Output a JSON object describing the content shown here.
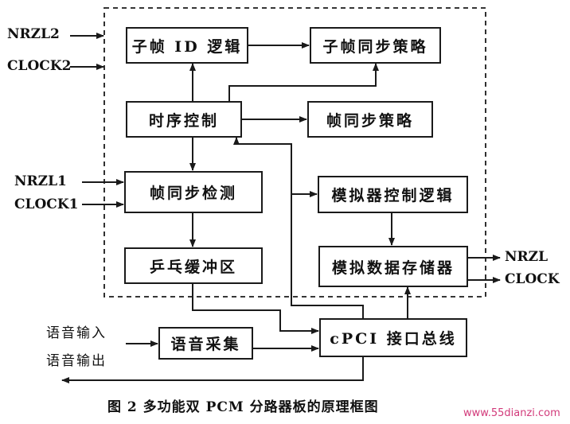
{
  "blocks": {
    "subframe_id_logic": "子帧 ID 逻辑",
    "subframe_sync_strategy": "子帧同步策略",
    "timing_control": "时序控制",
    "frame_sync_strategy": "帧同步策略",
    "frame_sync_detect": "帧同步检测",
    "simulator_control_logic": "模拟器控制逻辑",
    "pingpong_buffer": "乒乓缓冲区",
    "sim_data_storage": "模拟数据存储器",
    "voice_capture": "语音采集",
    "cpci_bus": "cPCI 接口总线"
  },
  "signals": {
    "nrzl2": "NRZL2",
    "clock2": "CLOCK2",
    "nrzl1": "NRZL1",
    "clock1": "CLOCK1",
    "nrzl_out": "NRZL",
    "clock_out": "CLOCK",
    "voice_in": "语音输入",
    "voice_out": "语音输出"
  },
  "caption": "图 2 多功能双 PCM 分路器板的原理框图",
  "watermark": "www.55dianzi.com"
}
